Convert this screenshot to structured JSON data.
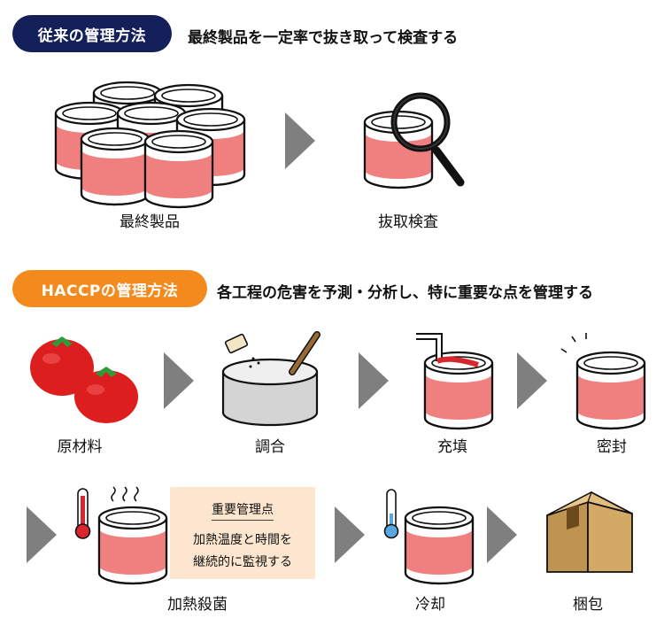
{
  "traditional": {
    "badge": "従来の管理方法",
    "description": "最終製品を一定率で抜き取って検査する",
    "steps": [
      "最終製品",
      "抜取検査"
    ]
  },
  "haccp": {
    "badge": "HACCPの管理方法",
    "description": "各工程の危害を予測・分析し、特に重要な点を管理する",
    "row1": [
      "原材料",
      "調合",
      "充填",
      "密封"
    ],
    "row2": [
      "加熱殺菌",
      "冷却",
      "梱包"
    ],
    "ccp": {
      "title": "重要管理点",
      "line1": "加熱温度と時間を",
      "line2": "継続的に監視する"
    }
  },
  "colors": {
    "navy": "#14205a",
    "orange": "#f28a1e",
    "can_body": "#f08080",
    "arrow": "#7f7f7f",
    "ccp_bg": "#fde6cf"
  }
}
